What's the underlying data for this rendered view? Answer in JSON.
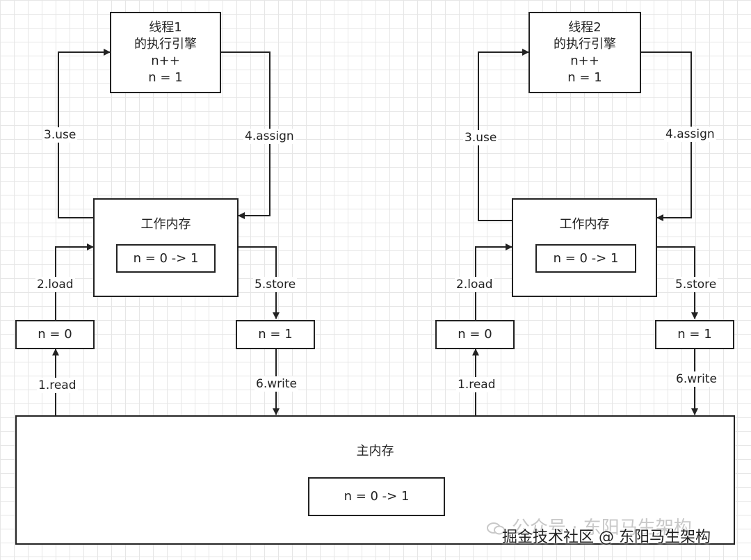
{
  "thread1": {
    "engine": {
      "line1": "线程1",
      "line2": "的执行引擎",
      "line3": "n++",
      "line4": "n = 1"
    },
    "work_memory": {
      "title": "工作内存",
      "value": "n = 0 -> 1"
    },
    "read_copy": "n = 0",
    "store_copy": "n = 1",
    "labels": {
      "read": "1.read",
      "load": "2.load",
      "use": "3.use",
      "assign": "4.assign",
      "store": "5.store",
      "write": "6.write"
    }
  },
  "thread2": {
    "engine": {
      "line1": "线程2",
      "line2": "的执行引擎",
      "line3": "n++",
      "line4": "n = 1"
    },
    "work_memory": {
      "title": "工作内存",
      "value": "n = 0 -> 1"
    },
    "read_copy": "n = 0",
    "store_copy": "n = 1",
    "labels": {
      "read": "1.read",
      "load": "2.load",
      "use": "3.use",
      "assign": "4.assign",
      "store": "5.store",
      "write": "6.write"
    }
  },
  "main_memory": {
    "title": "主内存",
    "value": "n = 0 -> 1"
  },
  "watermark": {
    "wechat": "公众号 · 东阳马生架构",
    "juejin": "掘金技术社区 @ 东阳马生架构"
  },
  "colors": {
    "line": "#222222",
    "grid": "#e6e6e6",
    "watermark": "#c8c8c8"
  }
}
